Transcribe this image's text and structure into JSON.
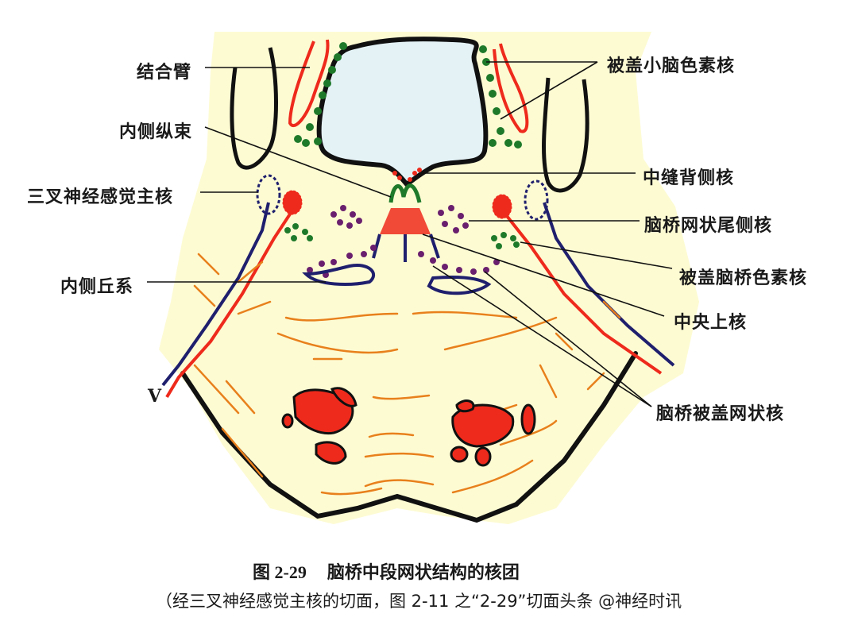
{
  "figure": {
    "number": "图 2-29",
    "title": "脑桥中段网状结构的核团",
    "subtitle": "（经三叉神经感觉主核的切面，图 2-11 之“2-29”切面",
    "watermark": "头条 @神经时讯"
  },
  "labels_left": {
    "superior_cerebellar_peduncle": "结合臂",
    "medial_longitudinal_fasciculus": "内侧纵束",
    "principal_sensory_trigeminal": "三叉神经感觉主核",
    "medial_lemniscus": "内侧丘系",
    "trigeminal_nerve": "V"
  },
  "labels_right": {
    "tegmental_cerebellar_pigment": "被盖小脑色素核",
    "dorsal_raphe": "中缝背侧核",
    "caudal_pontine_reticular": "脑桥网状尾侧核",
    "tegmental_pontine_pigment": "被盖脑桥色素核",
    "superior_central": "中央上核",
    "pontine_tegmental_reticular": "脑桥被盖网状核"
  },
  "colors": {
    "tissue": "#fdfbd2",
    "ventricle": "#e4f2f6",
    "outline": "#111111",
    "red_tract": "#ee2a1c",
    "blue_tract": "#1f1f6e",
    "green_nuclei": "#1e7a2a",
    "purple_nuclei": "#6a1f6e",
    "orange_fibers": "#e8801c"
  }
}
